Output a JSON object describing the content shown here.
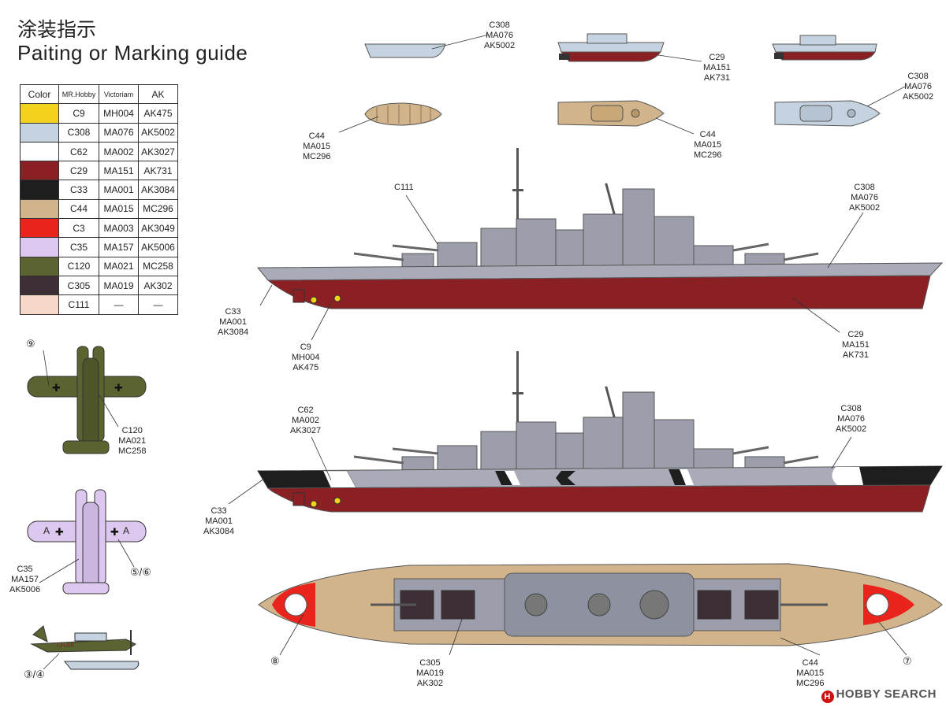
{
  "title_cn": "涂装指示",
  "title_en": "Paiting or Marking guide",
  "table": {
    "headers": [
      "Color",
      "MR.Hobby",
      "Victoriam",
      "AK"
    ],
    "rows": [
      {
        "swatch": "#f2d21c",
        "mrhobby": "C9",
        "victoriam": "MH004",
        "ak": "AK475"
      },
      {
        "swatch": "#c5d3e0",
        "mrhobby": "C308",
        "victoriam": "MA076",
        "ak": "AK5002"
      },
      {
        "swatch": "#ffffff",
        "mrhobby": "C62",
        "victoriam": "MA002",
        "ak": "AK3027"
      },
      {
        "swatch": "#8a1f24",
        "mrhobby": "C29",
        "victoriam": "MA151",
        "ak": "AK731"
      },
      {
        "swatch": "#1e1e1e",
        "mrhobby": "C33",
        "victoriam": "MA001",
        "ak": "AK3084"
      },
      {
        "swatch": "#d2b48c",
        "mrhobby": "C44",
        "victoriam": "MA015",
        "ak": "MC296"
      },
      {
        "swatch": "#e8241c",
        "mrhobby": "C3",
        "victoriam": "MA003",
        "ak": "AK3049"
      },
      {
        "swatch": "#dcc8ee",
        "mrhobby": "C35",
        "victoriam": "MA157",
        "ak": "AK5006"
      },
      {
        "swatch": "#5b6330",
        "mrhobby": "C120",
        "victoriam": "MA021",
        "ak": "MC258"
      },
      {
        "swatch": "#3e2f36",
        "mrhobby": "C305",
        "victoriam": "MA019",
        "ak": "AK302"
      },
      {
        "swatch": "#f7d8c8",
        "mrhobby": "C111",
        "victoriam": "—",
        "ak": "—"
      }
    ]
  },
  "callouts": {
    "boat1": [
      "C308",
      "MA076",
      "AK5002"
    ],
    "boat_hull": [
      "C29",
      "MA151",
      "AK731"
    ],
    "boat_right": [
      "C308",
      "MA076",
      "AK5002"
    ],
    "wood_left": [
      "C44",
      "MA015",
      "MC296"
    ],
    "wood_mid": [
      "C44",
      "MA015",
      "MC296"
    ],
    "ship1_c111": [
      "C111"
    ],
    "ship1_c308": [
      "C308",
      "MA076",
      "AK5002"
    ],
    "ship1_c33": [
      "C33",
      "MA001",
      "AK3084"
    ],
    "ship1_c9": [
      "C9",
      "MH004",
      "AK475"
    ],
    "ship1_c29": [
      "C29",
      "MA151",
      "AK731"
    ],
    "ship2_c62": [
      "C62",
      "MA002",
      "AK3027"
    ],
    "ship2_c308": [
      "C308",
      "MA076",
      "AK5002"
    ],
    "ship2_c33": [
      "C33",
      "MA001",
      "AK3084"
    ],
    "plane1": [
      "C120",
      "MA021",
      "MC258"
    ],
    "plane2": [
      "C35",
      "MA157",
      "AK5006"
    ],
    "deck_c305": [
      "C305",
      "MA019",
      "AK302"
    ],
    "deck_c44": [
      "C44",
      "MA015",
      "MC296"
    ]
  },
  "markers": {
    "plane1": "⑨",
    "plane2": "⑤/⑥",
    "plane3": "③/④",
    "deck_left": "⑧",
    "deck_right": "⑦"
  },
  "plane_letters": [
    "A",
    "A"
  ],
  "plane3_code": "T3+AK",
  "watermark": {
    "logo": "H",
    "text": "HOBBY SEARCH"
  },
  "colors": {
    "hull_red": "#8a1f24",
    "ship_grey": "#a9acb8",
    "superstructure": "#9c9fab",
    "deck_tan": "#d2b48c",
    "black": "#1e1e1e",
    "boat_grey": "#c5d3e0",
    "plane_green": "#5b6330",
    "plane_lilac": "#dcc8ee"
  }
}
